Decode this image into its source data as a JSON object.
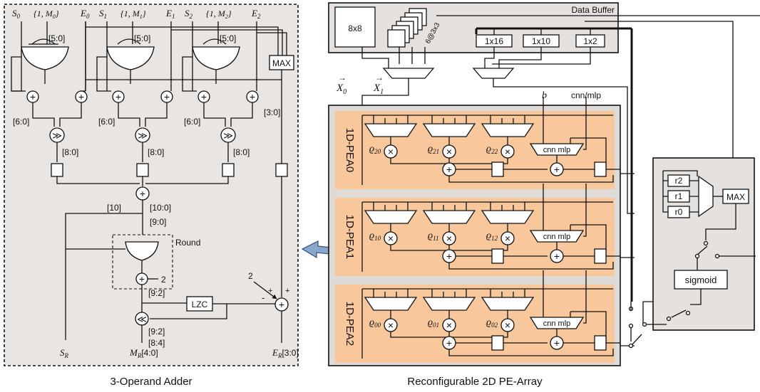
{
  "adder": {
    "caption": "3-Operand Adder",
    "inputs": {
      "s0": "S",
      "s0_sub": "0",
      "m0": "{1, M",
      "m0_sub": "0",
      "m0_end": "}",
      "e0": "E",
      "e0_sub": "0",
      "s1": "S",
      "s1_sub": "1",
      "m1": "{1, M",
      "m1_sub": "1",
      "m1_end": "}",
      "e1": "E",
      "e1_sub": "1",
      "s2": "S",
      "s2_sub": "2",
      "m2": "{1, M",
      "m2_sub": "2",
      "m2_end": "}",
      "e2": "E",
      "e2_sub": "2"
    },
    "labels": {
      "bus_5_0": "[5:0]",
      "bus_6_0": "[6:0]",
      "bus_8_0": "[8:0]",
      "bus_3_0": "[3:0]",
      "bus_10": "[10]",
      "bus_10_0": "[10:0]",
      "bus_9_0": "[9:0]",
      "bus_9_2": "[9:2]",
      "bus_8_4": "[8:4]",
      "bus_4_0": "[4:0]",
      "round": "Round",
      "const_2": "2",
      "max": "MAX",
      "lzc": "LZC",
      "plus": "+",
      "minus": "-",
      "shift_right": "≫",
      "shift_left": "≪"
    },
    "outputs": {
      "sr": "S",
      "sr_sub": "R",
      "mr": "M",
      "mr_sub": "R",
      "mr_bits": "[4:0]",
      "er": "E",
      "er_sub": "R",
      "er_bits": "[3:0]"
    }
  },
  "pe_array": {
    "caption": "Reconfigurable 2D PE-Array",
    "data_buffer": {
      "title": "Data Buffer",
      "block_8x8": "8x8",
      "stack_6_3x3": "6@3x3",
      "buf_1x16": "1x16",
      "buf_1x10": "1x10",
      "buf_1x2": "1x2"
    },
    "x0": "X",
    "x0_sub": "0",
    "x1": "X",
    "x1_sub": "1",
    "bias": "b",
    "cnn_mlp_top": "cnn/mlp",
    "rows": [
      {
        "name": "1D-PEA0",
        "rho": [
          "ϱ",
          "ϱ",
          "ϱ"
        ],
        "rho_sub": [
          "20",
          "21",
          "22"
        ],
        "mux": "cnn mlp"
      },
      {
        "name": "1D-PEA1",
        "rho": [
          "ϱ",
          "ϱ",
          "ϱ"
        ],
        "rho_sub": [
          "10",
          "11",
          "12"
        ],
        "mux": "cnn mlp"
      },
      {
        "name": "1D-PEA2",
        "rho": [
          "ϱ",
          "ϱ",
          "ϱ"
        ],
        "rho_sub": [
          "00",
          "01",
          "02"
        ],
        "mux": "cnn mlp"
      }
    ]
  },
  "activation": {
    "regs": [
      "r2",
      "r1",
      "r0"
    ],
    "max": "MAX",
    "sigmoid": "sigmoid"
  },
  "colors": {
    "adder_bg": "#e9e5e2",
    "buffer_bg": "#e5e1de",
    "pe_bg": "#f8c79b",
    "pe_array_bg": "#dedad6",
    "arrow": "#8aa6cc"
  }
}
